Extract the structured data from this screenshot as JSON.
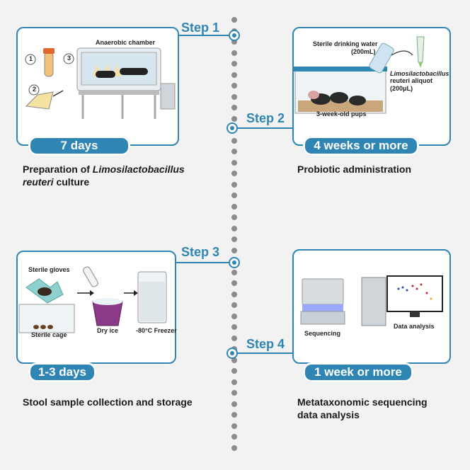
{
  "steps": [
    {
      "label": "Step 1",
      "duration": "7 days",
      "caption_before": "Preparation of ",
      "caption_italic": "Limosilactobacillus",
      "caption_line2_italic": "reuteri",
      "caption_line2_rest": " culture"
    },
    {
      "label": "Step 2",
      "duration": "4 weeks or more",
      "caption": "Probiotic administration"
    },
    {
      "label": "Step 3",
      "duration": "1-3 days",
      "caption": "Stool sample collection and storage"
    },
    {
      "label": "Step 4",
      "duration": "1 week or more",
      "caption_line1": "Metataxonomic sequencing",
      "caption_line2": "data analysis"
    }
  ],
  "panel1": {
    "chamber_label": "Anaerobic chamber",
    "n1": "1",
    "n2": "2",
    "n3": "3"
  },
  "panel2": {
    "water_label_1": "Sterile drinking water",
    "water_label_2": "(200mL)",
    "aliquot_1": "Limosilactobacillus",
    "aliquot_2": "reuteri aliquot",
    "aliquot_3": "(200μL)",
    "pups_label": "3-week-old pups"
  },
  "panel3": {
    "gloves_label": "Sterile gloves",
    "cage_label": "Sterile cage",
    "dryice_label": "Dry ice",
    "freezer_label": "-80°C Freezer"
  },
  "panel4": {
    "seq_label": "Sequencing",
    "analysis_label": "Data analysis"
  },
  "colors": {
    "accent": "#2f86b4",
    "background": "#f2f2f2",
    "dots": "#8c8c8c"
  }
}
